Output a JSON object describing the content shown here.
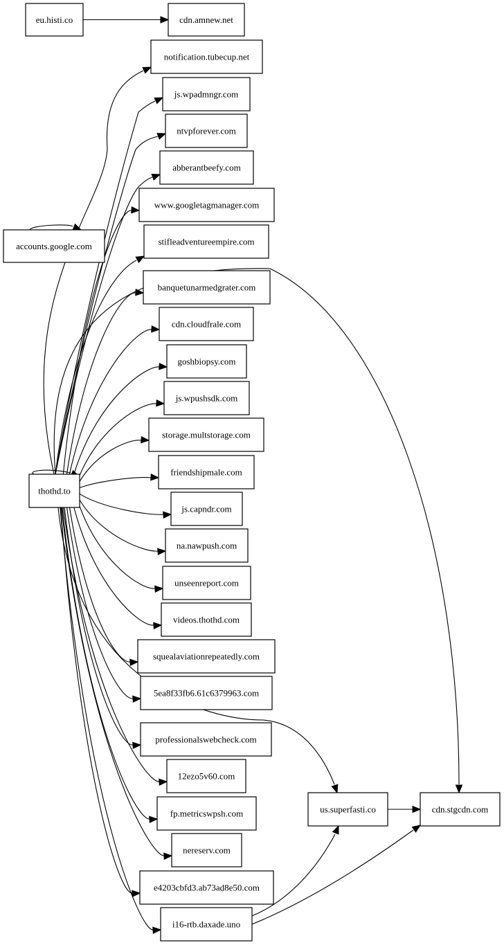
{
  "graph": {
    "nodes": [
      {
        "id": "eu_histi",
        "label": "eu.histi.co"
      },
      {
        "id": "cdn_amnew",
        "label": "cdn.amnew.net"
      },
      {
        "id": "notif_tubecup",
        "label": "notification.tubecup.net"
      },
      {
        "id": "js_wpadmngr",
        "label": "js.wpadmngr.com"
      },
      {
        "id": "ntvpforever",
        "label": "ntvpforever.com"
      },
      {
        "id": "abberantbeefy",
        "label": "abberantbeefy.com"
      },
      {
        "id": "googletagmanager",
        "label": "www.googletagmanager.com"
      },
      {
        "id": "accounts_google",
        "label": "accounts.google.com"
      },
      {
        "id": "stifleadventure",
        "label": "stifleadventureempire.com"
      },
      {
        "id": "banquet",
        "label": "banquetunarmedgrater.com"
      },
      {
        "id": "cdn_cloudfrale",
        "label": "cdn.cloudfrale.com"
      },
      {
        "id": "goshbiopsy",
        "label": "goshbiopsy.com"
      },
      {
        "id": "js_wpushsdk",
        "label": "js.wpushsdk.com"
      },
      {
        "id": "storage_multstorage",
        "label": "storage.multstorage.com"
      },
      {
        "id": "friendshipmale",
        "label": "friendshipmale.com"
      },
      {
        "id": "thothd",
        "label": "thothd.to"
      },
      {
        "id": "js_capndr",
        "label": "js.capndr.com"
      },
      {
        "id": "na_nawpush",
        "label": "na.nawpush.com"
      },
      {
        "id": "unseenreport",
        "label": "unseenreport.com"
      },
      {
        "id": "videos_thothd",
        "label": "videos.thothd.com"
      },
      {
        "id": "squeal",
        "label": "squealaviationrepeatedly.com"
      },
      {
        "id": "h5ea8f",
        "label": "5ea8f33fb6.61c6379963.com"
      },
      {
        "id": "professionalswebcheck",
        "label": "professionalswebcheck.com"
      },
      {
        "id": "n12ezo",
        "label": "12ezo5v60.com"
      },
      {
        "id": "fp_metricswpsh",
        "label": "fp.metricswpsh.com"
      },
      {
        "id": "nereserv",
        "label": "nereserv.com"
      },
      {
        "id": "e4203",
        "label": "e4203cbfd3.ab73ad8e50.com"
      },
      {
        "id": "i16rtb",
        "label": "i16-rtb.daxade.uno"
      },
      {
        "id": "us_superfasti",
        "label": "us.superfasti.co"
      },
      {
        "id": "cdn_stgcdn",
        "label": "cdn.stgcdn.com"
      }
    ],
    "edges": [
      {
        "from": "eu_histi",
        "to": "cdn_amnew"
      },
      {
        "from": "accounts_google",
        "to": "accounts_google"
      },
      {
        "from": "thothd",
        "to": "thothd"
      },
      {
        "from": "thothd",
        "to": "notif_tubecup"
      },
      {
        "from": "thothd",
        "to": "js_wpadmngr"
      },
      {
        "from": "thothd",
        "to": "ntvpforever"
      },
      {
        "from": "thothd",
        "to": "abberantbeefy"
      },
      {
        "from": "thothd",
        "to": "googletagmanager"
      },
      {
        "from": "thothd",
        "to": "stifleadventure"
      },
      {
        "from": "thothd",
        "to": "banquet"
      },
      {
        "from": "thothd",
        "to": "cdn_cloudfrale"
      },
      {
        "from": "thothd",
        "to": "goshbiopsy"
      },
      {
        "from": "thothd",
        "to": "js_wpushsdk"
      },
      {
        "from": "thothd",
        "to": "storage_multstorage"
      },
      {
        "from": "thothd",
        "to": "friendshipmale"
      },
      {
        "from": "thothd",
        "to": "js_capndr"
      },
      {
        "from": "thothd",
        "to": "na_nawpush"
      },
      {
        "from": "thothd",
        "to": "unseenreport"
      },
      {
        "from": "thothd",
        "to": "videos_thothd"
      },
      {
        "from": "thothd",
        "to": "squeal"
      },
      {
        "from": "thothd",
        "to": "h5ea8f"
      },
      {
        "from": "thothd",
        "to": "professionalswebcheck"
      },
      {
        "from": "thothd",
        "to": "n12ezo"
      },
      {
        "from": "thothd",
        "to": "fp_metricswpsh"
      },
      {
        "from": "thothd",
        "to": "nereserv"
      },
      {
        "from": "thothd",
        "to": "e4203"
      },
      {
        "from": "thothd",
        "to": "i16rtb"
      },
      {
        "from": "thothd",
        "to": "us_superfasti"
      },
      {
        "from": "thothd",
        "to": "cdn_stgcdn"
      },
      {
        "from": "us_superfasti",
        "to": "cdn_stgcdn"
      },
      {
        "from": "i16rtb",
        "to": "us_superfasti"
      },
      {
        "from": "i16rtb",
        "to": "cdn_stgcdn"
      }
    ]
  }
}
